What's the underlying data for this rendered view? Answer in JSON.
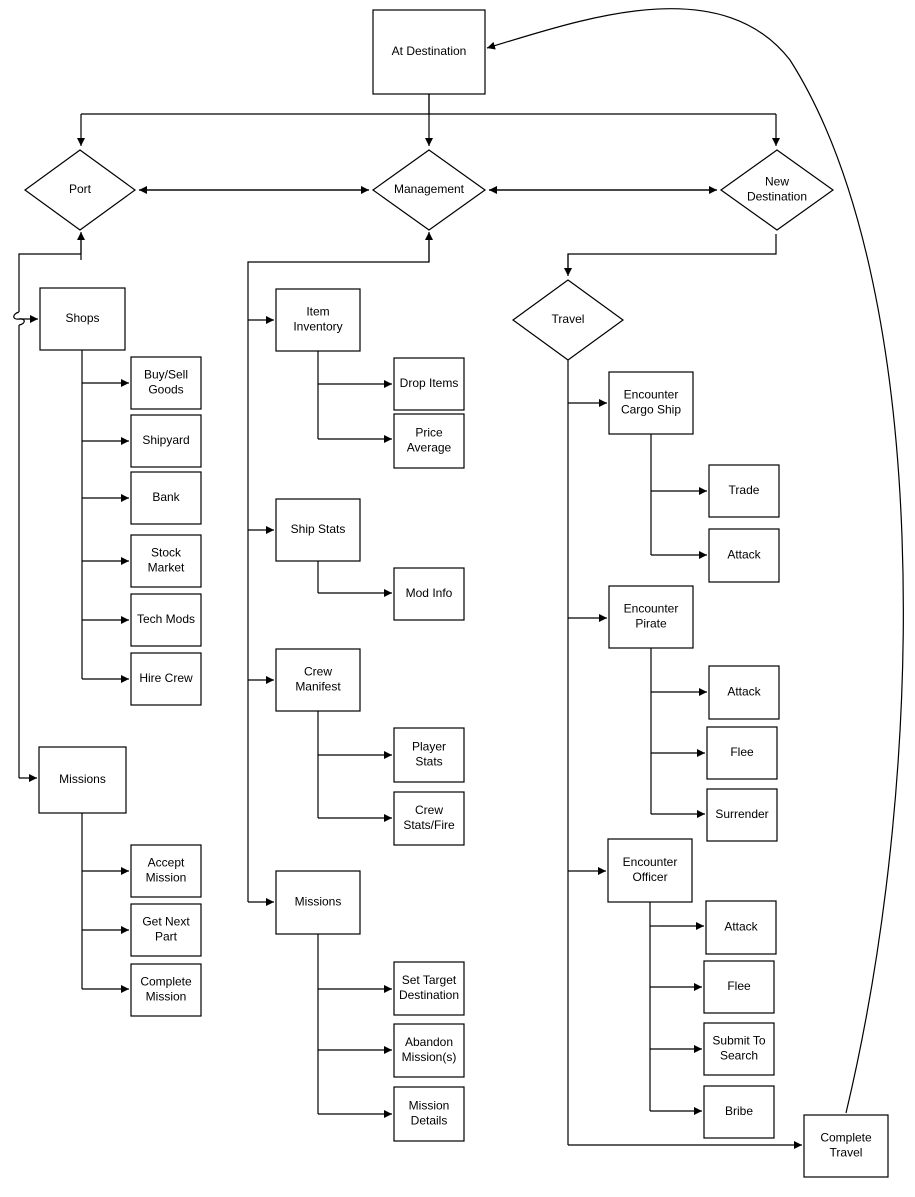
{
  "colors": {
    "line": "#000000",
    "node_fill": "#ffffff",
    "background": "#ffffff"
  },
  "nodes": {
    "at_destination": [
      "At Destination"
    ],
    "port": [
      "Port"
    ],
    "management": [
      "Management"
    ],
    "new_destination": [
      "New",
      "Destination"
    ],
    "shops": [
      "Shops"
    ],
    "buy_sell_goods": [
      "Buy/Sell",
      "Goods"
    ],
    "shipyard": [
      "Shipyard"
    ],
    "bank": [
      "Bank"
    ],
    "stock_market": [
      "Stock",
      "Market"
    ],
    "tech_mods": [
      "Tech Mods"
    ],
    "hire_crew": [
      "Hire Crew"
    ],
    "port_missions": [
      "Missions"
    ],
    "accept_mission": [
      "Accept",
      "Mission"
    ],
    "get_next_part": [
      "Get Next",
      "Part"
    ],
    "complete_mission": [
      "Complete",
      "Mission"
    ],
    "item_inventory": [
      "Item",
      "Inventory"
    ],
    "drop_items": [
      "Drop Items"
    ],
    "price_average": [
      "Price",
      "Average"
    ],
    "ship_stats": [
      "Ship Stats"
    ],
    "mod_info": [
      "Mod Info"
    ],
    "crew_manifest": [
      "Crew",
      "Manifest"
    ],
    "player_stats": [
      "Player",
      "Stats"
    ],
    "crew_stats_fire": [
      "Crew",
      "Stats/Fire"
    ],
    "mgmt_missions": [
      "Missions"
    ],
    "set_target_destination": [
      "Set Target",
      "Destination"
    ],
    "abandon_missions": [
      "Abandon",
      "Mission(s)"
    ],
    "mission_details": [
      "Mission",
      "Details"
    ],
    "travel": [
      "Travel"
    ],
    "encounter_cargo_ship": [
      "Encounter",
      "Cargo Ship"
    ],
    "cargo_trade": [
      "Trade"
    ],
    "cargo_attack": [
      "Attack"
    ],
    "encounter_pirate": [
      "Encounter",
      "Pirate"
    ],
    "pirate_attack": [
      "Attack"
    ],
    "pirate_flee": [
      "Flee"
    ],
    "pirate_surrender": [
      "Surrender"
    ],
    "encounter_officer": [
      "Encounter",
      "Officer"
    ],
    "officer_attack": [
      "Attack"
    ],
    "officer_flee": [
      "Flee"
    ],
    "submit_to_search": [
      "Submit To",
      "Search"
    ],
    "bribe": [
      "Bribe"
    ],
    "complete_travel": [
      "Complete",
      "Travel"
    ]
  }
}
